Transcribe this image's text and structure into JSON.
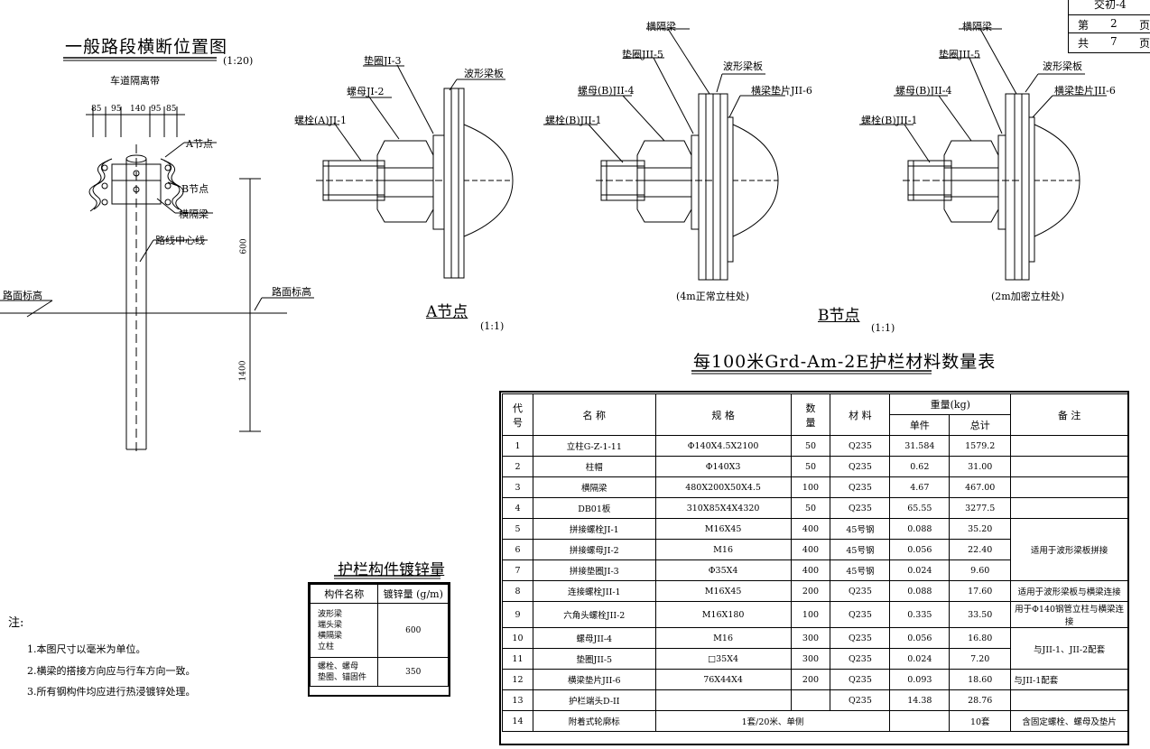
{
  "sheet": {
    "code": "交初-4",
    "page_prefix": "第",
    "page_num": "2",
    "page_unit": "页",
    "total_prefix": "共",
    "total_num": "7",
    "total_unit": "页"
  },
  "left": {
    "title": "一般路段横断位置图",
    "scale": "(1:20)",
    "median": "车道隔离带",
    "dims": [
      "85",
      "95",
      "140",
      "95",
      "85"
    ],
    "node_a": "A节点",
    "node_b": "B节点",
    "crossbeam": "横隔梁",
    "centerline": "路线中心线",
    "pavement_left": "路面标高",
    "pavement_right": "路面标高",
    "dim_600": "600",
    "dim_1400": "1400"
  },
  "detail_a": {
    "title": "A节点",
    "scale": "(1:1)",
    "washer": "垫圈JI-3",
    "nut": "螺母JI-2",
    "bolt": "螺栓(A)JI-1",
    "plate": "波形梁板"
  },
  "detail_b1": {
    "crossbeam": "横隔梁",
    "washer": "垫圈JII-5",
    "plate": "波形梁板",
    "nut": "螺母(B)JII-4",
    "shim": "横梁垫片JII-6",
    "bolt": "螺栓(B)JII-1",
    "caption": "(4m正常立柱处)"
  },
  "detail_b2": {
    "crossbeam": "横隔梁",
    "washer": "垫圈JII-5",
    "plate": "波形梁板",
    "nut": "螺母(B)JII-4",
    "shim": "横梁垫片JII-6",
    "bolt": "螺栓(B)JII-1",
    "caption": "(2m加密立柱处)"
  },
  "detail_b": {
    "title": "B节点",
    "scale": "(1:1)"
  },
  "galv": {
    "title": "护栏构件镀锌量",
    "headers": [
      "构件名称",
      "镀锌量 (g/m)"
    ],
    "rows": [
      {
        "names": [
          "波形梁",
          "端头梁",
          "横隔梁",
          "立柱"
        ],
        "value": "600"
      },
      {
        "names": [
          "螺栓、螺母",
          "垫圈、锚固件"
        ],
        "value": "350"
      }
    ]
  },
  "qty": {
    "title": "每100米Grd-Am-2E护栏材料数量表",
    "headers": {
      "code": [
        "代",
        "号"
      ],
      "name": "名 称",
      "spec": "规 格",
      "count": [
        "数",
        "量"
      ],
      "material": "材 料",
      "weight": "重量(kg)",
      "unit": "单件",
      "total": "总计",
      "note": "备 注"
    },
    "rows": [
      {
        "code": "1",
        "name": "立柱G-Z-1-11",
        "spec": "Φ140X4.5X2100",
        "count": "50",
        "material": "Q235",
        "unit": "31.584",
        "total": "1579.2",
        "note": ""
      },
      {
        "code": "2",
        "name": "柱帽",
        "spec": "Φ140X3",
        "count": "50",
        "material": "Q235",
        "unit": "0.62",
        "total": "31.00",
        "note": ""
      },
      {
        "code": "3",
        "name": "横隔梁",
        "spec": "480X200X50X4.5",
        "count": "100",
        "material": "Q235",
        "unit": "4.67",
        "total": "467.00",
        "note": ""
      },
      {
        "code": "4",
        "name": "DB01板",
        "spec": "310X85X4X4320",
        "count": "50",
        "material": "Q235",
        "unit": "65.55",
        "total": "3277.5",
        "note": ""
      },
      {
        "code": "5",
        "name": "拼接螺栓JI-1",
        "spec": "M16X45",
        "count": "400",
        "material": "45号钢",
        "unit": "0.088",
        "total": "35.20",
        "note": ""
      },
      {
        "code": "6",
        "name": "拼接螺母JI-2",
        "spec": "M16",
        "count": "400",
        "material": "45号钢",
        "unit": "0.056",
        "total": "22.40",
        "note": ""
      },
      {
        "code": "7",
        "name": "拼接垫圈JI-3",
        "spec": "Φ35X4",
        "count": "400",
        "material": "45号钢",
        "unit": "0.024",
        "total": "9.60",
        "note": ""
      },
      {
        "code": "8",
        "name": "连接螺栓JII-1",
        "spec": "M16X45",
        "count": "200",
        "material": "Q235",
        "unit": "0.088",
        "total": "17.60",
        "note": ""
      },
      {
        "code": "9",
        "name": "六角头螺栓JII-2",
        "spec": "M16X180",
        "count": "100",
        "material": "Q235",
        "unit": "0.335",
        "total": "33.50",
        "note": ""
      },
      {
        "code": "10",
        "name": "螺母JII-4",
        "spec": "M16",
        "count": "300",
        "material": "Q235",
        "unit": "0.056",
        "total": "16.80",
        "note": ""
      },
      {
        "code": "11",
        "name": "垫圈JII-5",
        "spec": "□35X4",
        "count": "300",
        "material": "Q235",
        "unit": "0.024",
        "total": "7.20",
        "note": ""
      },
      {
        "code": "12",
        "name": "横梁垫片JII-6",
        "spec": "76X44X4",
        "count": "200",
        "material": "Q235",
        "unit": "0.093",
        "total": "18.60",
        "note": ""
      },
      {
        "code": "13",
        "name": "护栏端头D-II",
        "spec": "",
        "count": "",
        "material": "Q235",
        "unit": "14.38",
        "total": "28.76",
        "note": ""
      },
      {
        "code": "14",
        "name": "附着式轮廓标",
        "spec": "1套/20米、单侧",
        "count": "",
        "material": "",
        "unit": "",
        "total": "10套",
        "note": "含固定螺栓、螺母及垫片"
      }
    ],
    "merged_notes": {
      "n5_7": "适用于波形梁板拼接",
      "n8": "适用于波形梁板与横梁连接",
      "n9": "用于Φ140钢管立柱与横梁连接",
      "n10_11": "与JII-1、JII-2配套",
      "n12_13": "与JII-1配套"
    }
  },
  "notes": {
    "label": "注:",
    "items": [
      "1.本图尺寸以毫米为单位。",
      "2.横梁的搭接方向应与行车方向一致。",
      "3.所有钢构件均应进行热浸镀锌处理。"
    ]
  }
}
